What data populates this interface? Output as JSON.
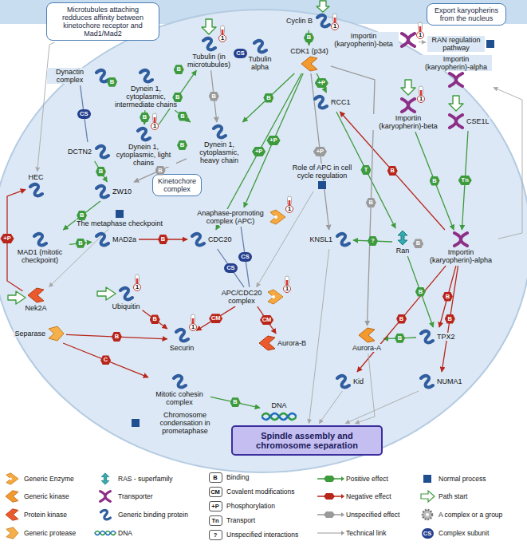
{
  "diagram": {
    "nodes": [
      {
        "text": [
          "Microtubules attaching redduces affinity between kinetochore receptor and Mad1/Mad2"
        ]
      },
      {
        "text": [
          "Export karyopherins from the nucleus"
        ]
      },
      {
        "text": [
          "Cyclin B"
        ]
      },
      {
        "text": [
          "CDK1 (p34)"
        ]
      },
      {
        "text": [
          "Dynactin complex"
        ]
      },
      {
        "text": [
          "Dynein 1, cytoplasmic, intermediate chains"
        ]
      },
      {
        "text": [
          "Tubulin (in microtubules)"
        ]
      },
      {
        "text": [
          "Tubulin alpha"
        ]
      },
      {
        "text": [
          "Dynein 1, cytoplasmic, light chains"
        ]
      },
      {
        "text": [
          "Dynein 1, cytoplasmic, heavy chain"
        ]
      },
      {
        "text": [
          "DCTN2"
        ]
      },
      {
        "text": [
          "Importin (karyopherin)-beta"
        ]
      },
      {
        "text": [
          "Importin (karyopherin)-alpha"
        ]
      },
      {
        "text": [
          "Importin (karyopherin)-beta"
        ]
      },
      {
        "text": [
          "CSE1L"
        ]
      },
      {
        "text": [
          "RCC1"
        ]
      },
      {
        "text": [
          "HEC"
        ]
      },
      {
        "text": [
          "ZW10"
        ]
      },
      {
        "text": [
          "Kinetochore complex"
        ]
      },
      {
        "text": [
          "The metaphase checkpoint"
        ]
      },
      {
        "text": [
          "Role of APC in cell cycle regulation"
        ]
      },
      {
        "text": [
          "Anaphase-promoting complex (APC)"
        ]
      },
      {
        "text": [
          "MAD1 (mitotic checkpoint)"
        ]
      },
      {
        "text": [
          "MAD2a"
        ]
      },
      {
        "text": [
          "CDC20"
        ]
      },
      {
        "text": [
          "KNSL1"
        ]
      },
      {
        "text": [
          "Ran"
        ]
      },
      {
        "text": [
          "Importin (karyopherin)-alpha"
        ]
      },
      {
        "text": [
          "Nek2A"
        ]
      },
      {
        "text": [
          "Ubiquitin"
        ]
      },
      {
        "text": [
          "APC/CDC20 complex"
        ]
      },
      {
        "text": [
          "Aurora-B"
        ]
      },
      {
        "text": [
          "Separase"
        ]
      },
      {
        "text": [
          "Securin"
        ]
      },
      {
        "text": [
          "Aurora-A"
        ]
      },
      {
        "text": [
          "TPX2"
        ]
      },
      {
        "text": [
          "Mitotic cohesin complex"
        ]
      },
      {
        "text": [
          "Kid"
        ]
      },
      {
        "text": [
          "NUMA1"
        ]
      },
      {
        "text": [
          "DNA"
        ]
      },
      {
        "text": [
          "Chromosome condensation in prometaphase"
        ]
      },
      {
        "text": [
          "Spindle assembly and chromosome separation"
        ]
      },
      {
        "text": [
          "RAN regulation pathway"
        ]
      }
    ],
    "edges": [
      {
        "from": 2,
        "to": 3,
        "arrow": "to",
        "label": "B"
      },
      {
        "from": 6,
        "to": 7,
        "arrow": "none",
        "label": "CS"
      },
      {
        "from": 3,
        "to": 9,
        "arrow": "to",
        "label": "B"
      },
      {
        "from": 4,
        "to": 5,
        "arrow": "to",
        "label": "B"
      },
      {
        "from": 5,
        "to": 6,
        "arrow": "to",
        "label": "B"
      },
      {
        "from": 5,
        "to": 8,
        "arrow": "to",
        "label": "B"
      },
      {
        "from": 5,
        "to": 9,
        "arrow": "to",
        "label": "B"
      },
      {
        "from": 8,
        "to": 9,
        "arrow": "to",
        "label": "B"
      },
      {
        "from": 8,
        "to": 6,
        "arrow": "to",
        "label": "B"
      },
      {
        "from": 6,
        "to": 9,
        "arrow": "to",
        "label": "B"
      },
      {
        "from": 4,
        "to": 10,
        "arrow": "none",
        "label": "CS"
      },
      {
        "from": 10,
        "to": 17,
        "arrow": "to",
        "label": "B"
      },
      {
        "from": 17,
        "to": 22,
        "arrow": "to",
        "label": "B"
      },
      {
        "from": 22,
        "to": 23,
        "arrow": "to",
        "label": "B"
      },
      {
        "from": 23,
        "to": 24,
        "arrow": "to",
        "label": "B"
      },
      {
        "from": 9,
        "to": 17,
        "arrow": "to",
        "label": "B"
      },
      {
        "from": 3,
        "to": 21,
        "arrow": "to",
        "label": "+P"
      },
      {
        "from": 3,
        "to": 24,
        "arrow": "to",
        "label": "+P"
      },
      {
        "from": 3,
        "to": 15,
        "arrow": "to",
        "label": "+P"
      },
      {
        "from": 3,
        "to": 25,
        "arrow": "to",
        "label": "+P"
      },
      {
        "from": 24,
        "to": 30,
        "arrow": "none",
        "label": "CS"
      },
      {
        "from": 21,
        "to": 30,
        "arrow": "none",
        "label": "CS"
      },
      {
        "from": 30,
        "to": 33,
        "arrow": "to",
        "label": "CM"
      },
      {
        "from": 30,
        "to": 31,
        "arrow": "to",
        "label": "CM"
      },
      {
        "from": 29,
        "to": 33,
        "arrow": "to",
        "label": "B"
      },
      {
        "from": 32,
        "to": 33,
        "arrow": "to",
        "label": "B"
      },
      {
        "from": 32,
        "to": 36,
        "arrow": "to",
        "label": "C"
      },
      {
        "from": 36,
        "to": 39,
        "arrow": "to",
        "label": "B"
      },
      {
        "from": 28,
        "to": 16,
        "arrow": "to",
        "label": "+P"
      },
      {
        "from": 15,
        "to": 26,
        "arrow": "to",
        "label": "T"
      },
      {
        "from": 26,
        "to": 25,
        "arrow": "to",
        "label": "?"
      },
      {
        "from": 27,
        "to": 26,
        "arrow": "to",
        "label": "B"
      },
      {
        "from": 26,
        "to": 35,
        "arrow": "to",
        "label": "B"
      },
      {
        "from": 35,
        "to": 34,
        "arrow": "to",
        "label": "B"
      },
      {
        "from": 27,
        "to": 35,
        "arrow": "to",
        "label": "B"
      },
      {
        "from": 27,
        "to": 38,
        "arrow": "to",
        "label": "B"
      },
      {
        "from": 27,
        "to": 37,
        "arrow": "to",
        "label": "B"
      },
      {
        "from": 27,
        "to": 15,
        "arrow": "to",
        "label": "B"
      },
      {
        "from": 13,
        "to": 27,
        "arrow": "to",
        "label": "B"
      },
      {
        "from": 14,
        "to": 27,
        "arrow": "to",
        "label": "Tn"
      },
      {
        "from": 27,
        "to": 12,
        "arrow": "to"
      },
      {
        "from": 20,
        "to": 30,
        "arrow": "to"
      },
      {
        "from": 19,
        "to": 28,
        "arrow": "to"
      },
      {
        "from": 0,
        "to": 16,
        "arrow": "to"
      },
      {
        "from": 34,
        "to": 41,
        "arrow": "to"
      },
      {
        "from": 37,
        "to": 41,
        "arrow": "to"
      },
      {
        "from": 38,
        "to": 41,
        "arrow": "to"
      },
      {
        "from": 25,
        "to": 41,
        "arrow": "to"
      },
      {
        "from": 3,
        "to": 34,
        "arrow": "to",
        "label": "B"
      },
      {
        "from": 11,
        "to": 42,
        "arrow": "to"
      }
    ],
    "labels": [
      "1",
      "1",
      "1",
      "1",
      "1",
      "1",
      "1",
      "1",
      "1",
      "B",
      "CM",
      "+P",
      "Tn",
      "?",
      "CS"
    ],
    "legend": [
      {
        "text": "Generic Enzyme"
      },
      {
        "text": "Generic kinase"
      },
      {
        "text": "Protein kinase"
      },
      {
        "text": "Generic protease"
      },
      {
        "text": "RAS - superfamily"
      },
      {
        "text": "Transporter"
      },
      {
        "text": "Generic binding protein"
      },
      {
        "text": "DNA"
      },
      {
        "text": "Binding"
      },
      {
        "text": "Covalent modifications"
      },
      {
        "text": "Phosphorylation"
      },
      {
        "text": "Transport"
      },
      {
        "text": "Unspecified interactions"
      },
      {
        "text": "Positive effect"
      },
      {
        "text": "Negative effect"
      },
      {
        "text": "Unspecified effect"
      },
      {
        "text": "Technical link"
      },
      {
        "text": "Normal process"
      },
      {
        "text": "Path start"
      },
      {
        "text": "A complex or a group"
      },
      {
        "text": "Complex subunit"
      }
    ]
  }
}
